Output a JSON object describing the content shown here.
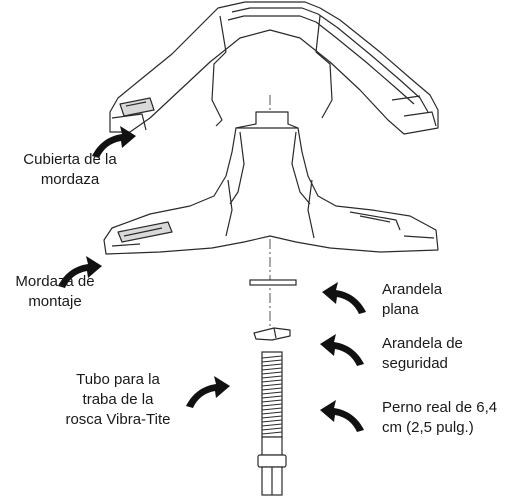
{
  "labels": {
    "jaw_cover": "Cubierta de la\nmordaza",
    "mounting_jaw": "Mordaza de\nmontaje",
    "flat_washer": "Arandela\nplana",
    "lock_washer": "Arandela de\nseguridad",
    "threadlock_tube": "Tubo para la\ntraba de la\nrosca Vibra-Tite",
    "bolt": "Perno real de 6,4\ncm (2,5 pulg.)"
  },
  "colors": {
    "line": "#2a2a2a",
    "arrow": "#111111",
    "shade": "#d9d9d9"
  },
  "icons": {
    "pointer_arrow": "curved-arrow-icon"
  }
}
